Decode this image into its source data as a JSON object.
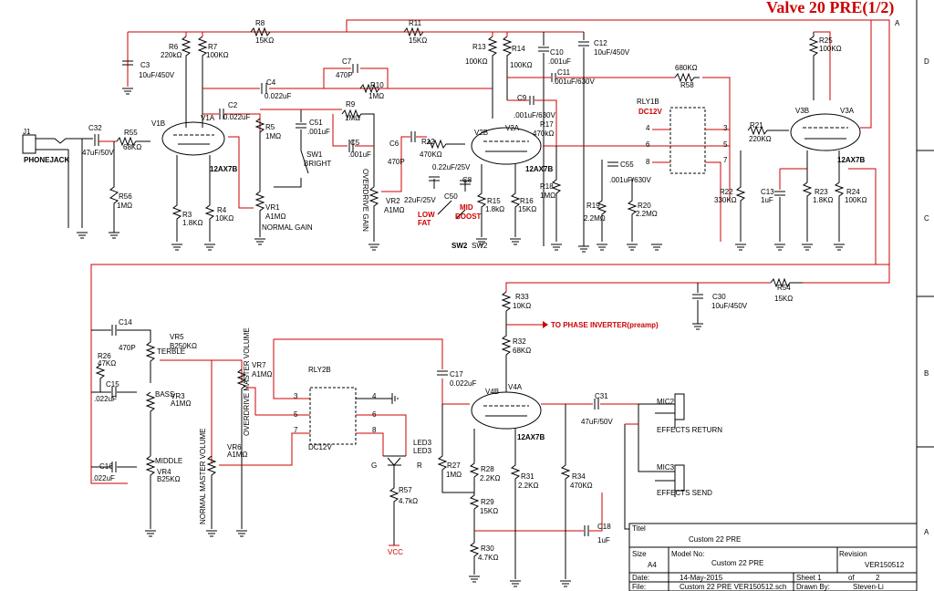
{
  "title": "Valve 20 PRE(1/2)",
  "border_letters": [
    "D",
    "C",
    "B",
    "A"
  ],
  "components": {
    "R8": {
      "ref": "R8",
      "val": "15KΩ"
    },
    "R11": {
      "ref": "R11",
      "val": "15KΩ"
    },
    "R6": {
      "ref": "R6",
      "val": "220kΩ"
    },
    "R7": {
      "ref": "R7",
      "val": "100KΩ"
    },
    "C3": {
      "ref": "C3",
      "val": "10uF/450V"
    },
    "C4": {
      "ref": "C4",
      "val": "0.022uF"
    },
    "C7": {
      "ref": "C7",
      "val": "470P"
    },
    "R10": {
      "ref": "R10",
      "val": "1MΩ"
    },
    "R13": {
      "ref": "R13",
      "val": "100KΩ"
    },
    "R14": {
      "ref": "R14",
      "val": "100KΩ"
    },
    "C10": {
      "ref": "C10",
      "val": ".001uF"
    },
    "C11": {
      "ref": "C11",
      "val": ".001uF/630V"
    },
    "C12": {
      "ref": "C12",
      "val": "10uF/450V"
    },
    "R25": {
      "ref": "R25",
      "val": "100KΩ"
    },
    "R58": {
      "ref": "R58",
      "val": "680KΩ"
    },
    "C2": {
      "ref": "C2",
      "val": "0.022uF"
    },
    "R5": {
      "ref": "R5",
      "val": "1MΩ"
    },
    "C51": {
      "ref": "C51",
      "val": ".001uF"
    },
    "R9": {
      "ref": "R9",
      "val": "1MΩ"
    },
    "C5": {
      "ref": "C5",
      "val": ".001uF"
    },
    "C6": {
      "ref": "C6",
      "val": "470P"
    },
    "R12": {
      "ref": "R12",
      "val": "470KΩ"
    },
    "C9": {
      "ref": "C9",
      "val": ".001uF/630V"
    },
    "R17": {
      "ref": "R17",
      "val": "470kΩ"
    },
    "R21": {
      "ref": "R21",
      "val": "220KΩ"
    },
    "J1": {
      "ref": "J1",
      "val": "PHONEJACK"
    },
    "C32": {
      "ref": "C32",
      "val": "47uF/50V"
    },
    "R55": {
      "ref": "R55",
      "val": "68KΩ"
    },
    "R56": {
      "ref": "R56",
      "val": "1MΩ"
    },
    "R3": {
      "ref": "R3",
      "val": "1.8KΩ"
    },
    "R4": {
      "ref": "R4",
      "val": "10KΩ"
    },
    "VR1": {
      "ref": "VR1",
      "val": "A1MΩ"
    },
    "SW1": {
      "ref": "SW1",
      "val": "BRIGHT"
    },
    "VR2": {
      "ref": "VR2",
      "val": "A1MΩ"
    },
    "C50": {
      "ref": "C50",
      "val": "22uF/25V"
    },
    "C8": {
      "ref": "C8",
      "val": "0.22uF/25V"
    },
    "R15": {
      "ref": "R15",
      "val": "1.8kΩ"
    },
    "R16": {
      "ref": "R16",
      "val": "15KΩ"
    },
    "R18": {
      "ref": "R18",
      "val": "1MΩ"
    },
    "R19": {
      "ref": "R19",
      "val": "2.2MΩ"
    },
    "C55": {
      "ref": "C55",
      "val": ".001uF/630V"
    },
    "R20": {
      "ref": "R20",
      "val": "2.2MΩ"
    },
    "R22": {
      "ref": "R22",
      "val": "330KΩ"
    },
    "C13": {
      "ref": "C13",
      "val": "1uF"
    },
    "R23": {
      "ref": "R23",
      "val": "1.8KΩ"
    },
    "R24": {
      "ref": "R24",
      "val": "100KΩ"
    },
    "C30": {
      "ref": "C30",
      "val": "10uF/450V"
    },
    "R54": {
      "ref": "R54",
      "val": "15KΩ"
    },
    "R33": {
      "ref": "R33",
      "val": "10KΩ"
    },
    "R32": {
      "ref": "R32",
      "val": "68KΩ"
    },
    "C14": {
      "ref": "C14",
      "val": "470P"
    },
    "VR5": {
      "ref": "VR5",
      "val": "B250KΩ"
    },
    "R26": {
      "ref": "R26",
      "val": "47KΩ"
    },
    "C15": {
      "ref": "C15",
      "val": ".022uF"
    },
    "VR3": {
      "ref": "VR3",
      "val": "A1MΩ"
    },
    "C16": {
      "ref": "C16",
      "val": ".022uF"
    },
    "VR4": {
      "ref": "VR4",
      "val": "B25KΩ"
    },
    "VR6": {
      "ref": "VR6",
      "val": "A1MΩ"
    },
    "VR7": {
      "ref": "VR7",
      "val": "A1MΩ"
    },
    "C17": {
      "ref": "C17",
      "val": "0.022uF"
    },
    "R27": {
      "ref": "R27",
      "val": "1MΩ"
    },
    "R28": {
      "ref": "R28",
      "val": "2.2KΩ"
    },
    "R29": {
      "ref": "R29",
      "val": "15KΩ"
    },
    "R30": {
      "ref": "R30",
      "val": "4.7KΩ"
    },
    "R31": {
      "ref": "R31",
      "val": "2.2KΩ"
    },
    "R34": {
      "ref": "R34",
      "val": "470KΩ"
    },
    "C31": {
      "ref": "C31",
      "val": "47uF/50V"
    },
    "C18": {
      "ref": "C18",
      "val": "1uF"
    },
    "R57": {
      "ref": "R57",
      "val": "4.7kΩ"
    }
  },
  "tubes": {
    "V1B": "V1B",
    "V1A": "V1A",
    "V1type": "12AX7B",
    "V2B": "V2B",
    "V2A": "V2A",
    "V2type": "12AX7B",
    "V3B": "V3B",
    "V3A": "V3A",
    "V3type": "12AX7B",
    "V4A": "V4A",
    "V4B": "V4B",
    "V4type": "12AX7B"
  },
  "labels": {
    "normal_gain": "NORMAL   GAIN",
    "overdrive_gain": "OVERDRIVE GAIN",
    "low_fat": "LOW\nFAT",
    "mid_boost": "MID\nBOOST",
    "sw2a": "SW2",
    "sw2b": "SW2",
    "rly1b": "RLY1B",
    "rly1b_v": "DC12V",
    "rly2b": "RLY2B",
    "rly2b_v": "DC12V",
    "to_phase": "TO PHASE INVERTER(preamp)",
    "terble": "TERBLE",
    "bass": "BASS",
    "middle": "MIDDLE",
    "normal_master": "NORMAL  MASTER  VOLUME",
    "overdrive_master": "OVERDRIVE MASTER  VOLUME",
    "led3a": "LED3",
    "led3b": "LED3",
    "led_g": "G",
    "led_r": "R",
    "vcc": "VCC",
    "mic2": "MIC2",
    "mic3": "MIC3",
    "effects_return": "EFFECTS  RETURN",
    "effects_send": "EFFECTS  SEND",
    "node_a": "A"
  },
  "title_block": {
    "titel_label": "Titel",
    "titel": "Custom 22  PRE",
    "size_label": "Size",
    "size": "A4",
    "model_label": "Model No:",
    "model": "Custom 22  PRE",
    "revision_label": "Revision",
    "revision": "VER150512",
    "date_label": "Date:",
    "date": "14-May-2015",
    "sheet_label": "Sheet 1",
    "sheet_of": "of",
    "sheet_total": "2",
    "file_label": "File:",
    "file": "Custom 22 PRE VER150512.sch",
    "drawn_label": "Drawn By:",
    "drawn": "Steven-Li"
  }
}
